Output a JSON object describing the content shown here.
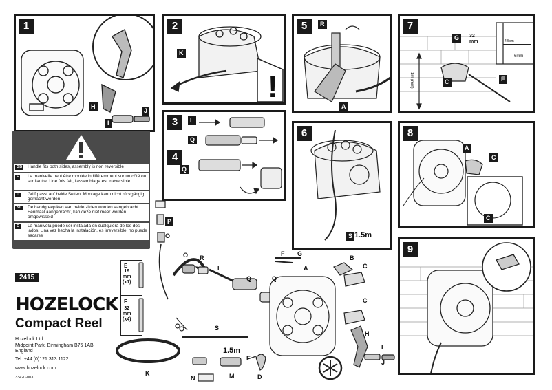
{
  "steps": {
    "s1": {
      "num": "1",
      "labels": {
        "h": "H",
        "i": "I",
        "j": "J"
      }
    },
    "s2": {
      "num": "2",
      "labels": {
        "k": "K"
      },
      "alert": "!"
    },
    "s3": {
      "num": "3",
      "labels": {
        "l": "L",
        "q": "Q"
      }
    },
    "s4": {
      "num": "4",
      "labels": {
        "q": "Q"
      }
    },
    "s5": {
      "num": "5",
      "labels": {
        "r": "R",
        "a": "A"
      }
    },
    "s6": {
      "num": "6",
      "labels": {
        "s": "S"
      },
      "length": "1.5m"
    },
    "s7": {
      "num": "7",
      "labels": {
        "g": "G",
        "c": "C",
        "f": "F"
      },
      "dims": {
        "depth": "32\nmm",
        "height": "1m (min)",
        "drill": "6mm",
        "inset": "4.5cm"
      }
    },
    "s8": {
      "num": "8",
      "labels": {
        "a": "A",
        "c": "C",
        "c2": "C"
      }
    },
    "s9": {
      "num": "9"
    }
  },
  "warning": {
    "rows": [
      {
        "code": "GB",
        "text": "Handle fits both sides, assembly is non reversible"
      },
      {
        "code": "F",
        "text": "La manivelle peut être montée indifféremment sur un côté ou sur l'autre. Une fois fait, l'assemblage est irréversible"
      },
      {
        "code": "D",
        "text": "Griff passt auf beide Seiten. Montage kann nicht rückgängig gemacht werden"
      },
      {
        "code": "NL",
        "text": "De handgreep kan aan beide zijden worden aangebracht. Eenmaal aangebracht, kan deze niet meer worden omgewisseld"
      },
      {
        "code": "E",
        "text": "La manivela puede ser instalada en cualquiera de los dos lados. Una vez hecha la instalación, es irreversible: no puede sacarse"
      }
    ]
  },
  "parts": {
    "p": "P",
    "o": "O",
    "o2": "O",
    "r": "R",
    "l": "L",
    "q": "Q",
    "q2": "Q",
    "f": "F",
    "g": "G",
    "a": "A",
    "b": "B",
    "c": "C",
    "c2": "C",
    "h": "H",
    "i": "I",
    "j": "J",
    "s": "S",
    "k": "K",
    "n": "N",
    "m": "M",
    "e": "E",
    "d": "D",
    "hose_length": "1.5m"
  },
  "screws": {
    "e": {
      "label": "E",
      "size": "19\nmm\n(x1)"
    },
    "f": {
      "label": "F",
      "size": "32\nmm\n(x4)"
    }
  },
  "info": {
    "model": "2415",
    "brand": "HOZELOCK",
    "product": "Compact Reel",
    "company": "Hozelock Ltd.",
    "address1": "Midpoint Park, Birmingham B76 1AB.",
    "address2": "England",
    "tel": "Tel:  +44 (0)121 313 1122",
    "web": "www.hozelock.com",
    "ref": "33420-003"
  },
  "colors": {
    "ink": "#1a1a1a",
    "panel_grey": "#4a4a4a"
  }
}
